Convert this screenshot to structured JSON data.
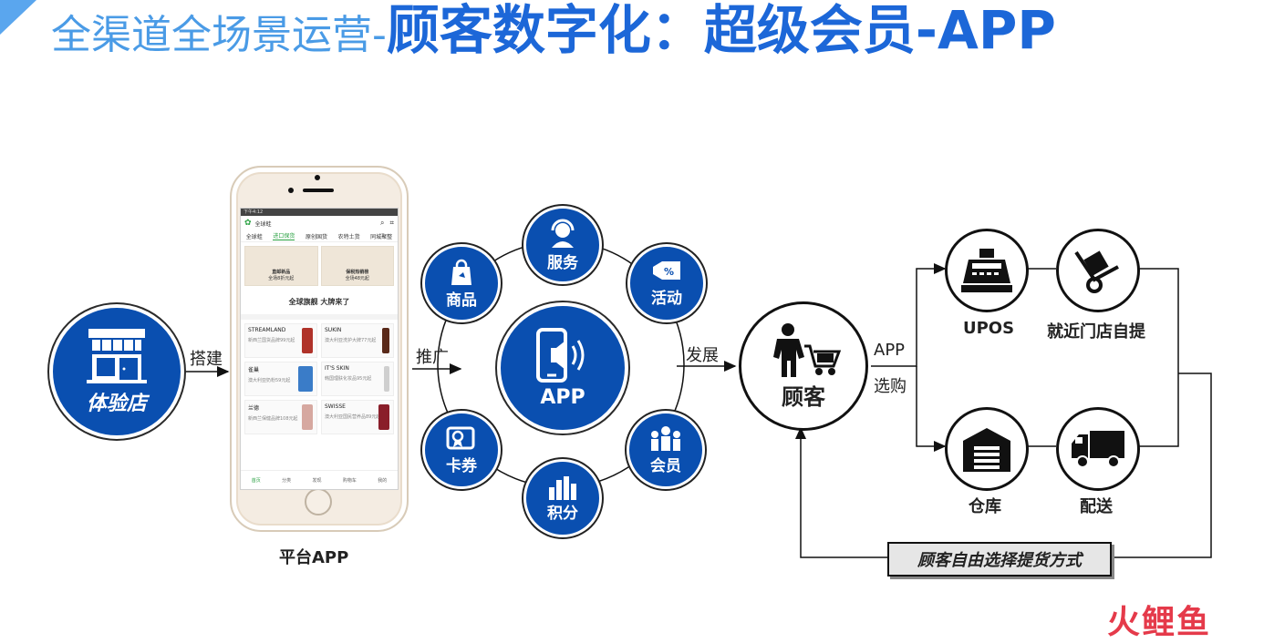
{
  "title": {
    "prefix": "全渠道全场景运营-",
    "main": "顾客数字化：超级会员-APP"
  },
  "store": {
    "label": "体验店"
  },
  "arrows": {
    "build": "搭建",
    "promote": "推广",
    "develop": "发展",
    "app_line1": "APP",
    "app_line2": "选购"
  },
  "phone": {
    "caption": "平台APP",
    "status_time": "下午4:12",
    "app_name": "全球蛙",
    "tabs": [
      "全球蛙",
      "进口保货",
      "原创国货",
      "农特土货",
      "同城聚整"
    ],
    "banner_left": "直邮新品",
    "banner_left_sub": "全场8折元起",
    "banner_right": "保税热销榜",
    "banner_right_sub": "全场48元起",
    "slogan": "全球旗舰 大牌来了",
    "products": [
      {
        "brand": "STREAMLAND",
        "desc": "新西兰国货品牌99元起"
      },
      {
        "brand": "SUKIN",
        "desc": "澳大利亚洗护大牌77元起"
      },
      {
        "brand": "雀巢",
        "desc": "澳大利亚奶粉59元起"
      },
      {
        "brand": "IT'S SKIN",
        "desc": "韩国理肤化妆品95元起"
      },
      {
        "brand": "兰德",
        "desc": "新西兰保健品牌108元起"
      },
      {
        "brand": "SWISSE",
        "desc": "澳大利亚国民营养品89元起"
      }
    ],
    "nav": [
      "首页",
      "分类",
      "发现",
      "购物车",
      "我的"
    ]
  },
  "app_center": {
    "label": "APP"
  },
  "app_ring": [
    "服务",
    "活动",
    "会员",
    "积分",
    "卡券",
    "商品"
  ],
  "customer": {
    "label": "顾客"
  },
  "channels": {
    "upos": "UPOS",
    "pickup": "就近门店自提",
    "warehouse": "仓库",
    "delivery": "配送"
  },
  "choice_box": "顾客自由选择提货方式",
  "watermark": "火鲤鱼",
  "colors": {
    "brand_blue": "#0a4fb0",
    "title_light": "#4a9be6",
    "title_dark": "#1c67d8"
  }
}
